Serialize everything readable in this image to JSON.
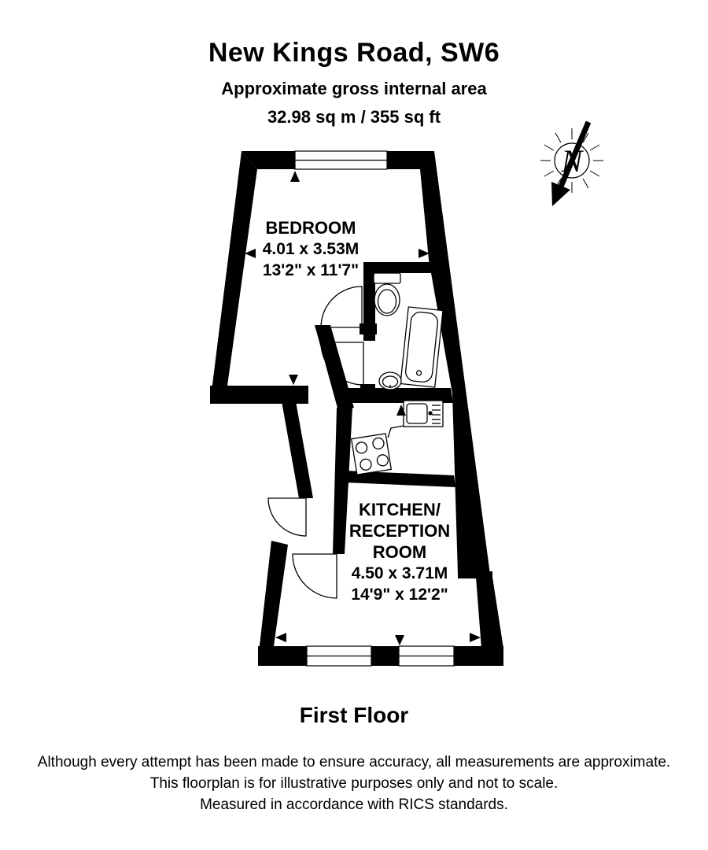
{
  "header": {
    "title": "New Kings Road, SW6",
    "subtitle": "Approximate gross internal area",
    "area": "32.98 sq m / 355 sq ft"
  },
  "north_indicator": {
    "label": "N"
  },
  "plan": {
    "rooms": [
      {
        "name": "BEDROOM",
        "dimensions_metric": "4.01 x 3.53M",
        "dimensions_imperial": "13'2\" x 11'7\""
      },
      {
        "name": "KITCHEN/\nRECEPTION\nROOM",
        "dimensions_metric": "4.50 x 3.71M",
        "dimensions_imperial": "14'9\" x 12'2\""
      }
    ],
    "fixtures": [
      "toilet",
      "bath",
      "basin",
      "kitchen-sink",
      "hob"
    ],
    "window_count": 3,
    "door_count": 4
  },
  "floor_label": "First Floor",
  "disclaimer_lines": [
    "Although every attempt has been made to ensure accuracy, all measurements are approximate.",
    "This floorplan is for illustrative purposes only and not to scale.",
    "Measured in accordance with RICS standards."
  ],
  "colors": {
    "walls": "#000000",
    "background": "#ffffff",
    "text": "#000000"
  }
}
